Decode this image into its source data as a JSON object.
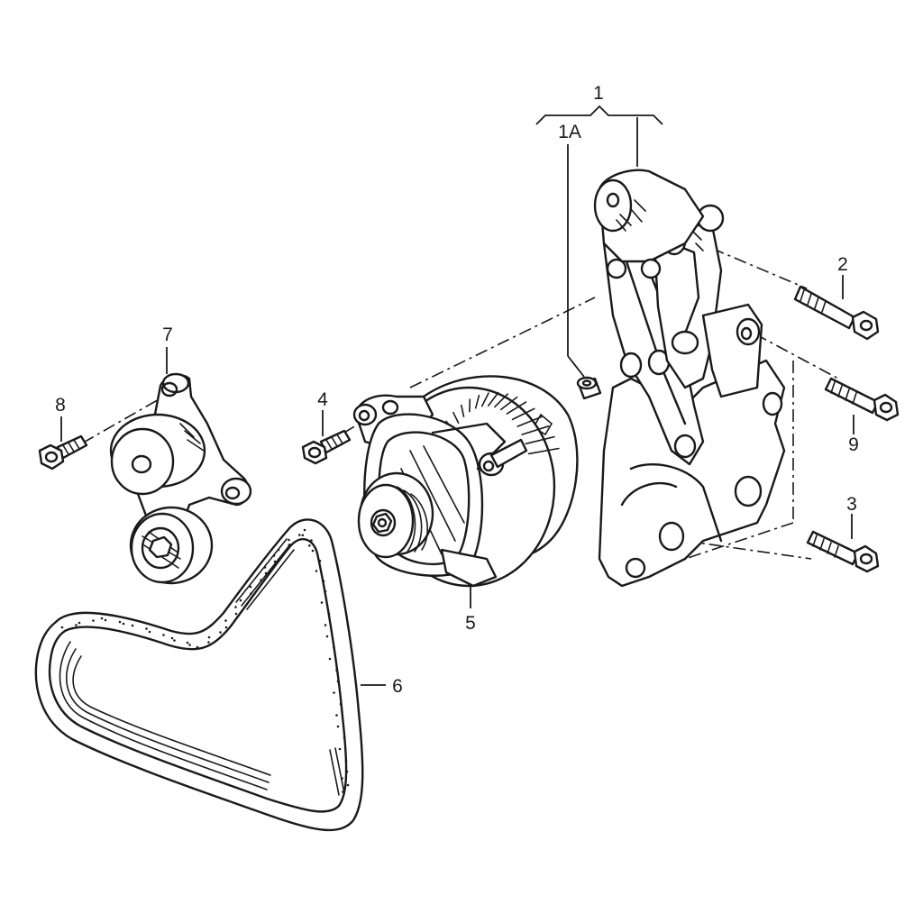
{
  "diagram": {
    "callouts": {
      "c1": "1",
      "c1a": "1A",
      "c2": "2",
      "c3": "3",
      "c4": "4",
      "c5": "5",
      "c6": "6",
      "c7": "7",
      "c8": "8",
      "c9": "9"
    }
  }
}
